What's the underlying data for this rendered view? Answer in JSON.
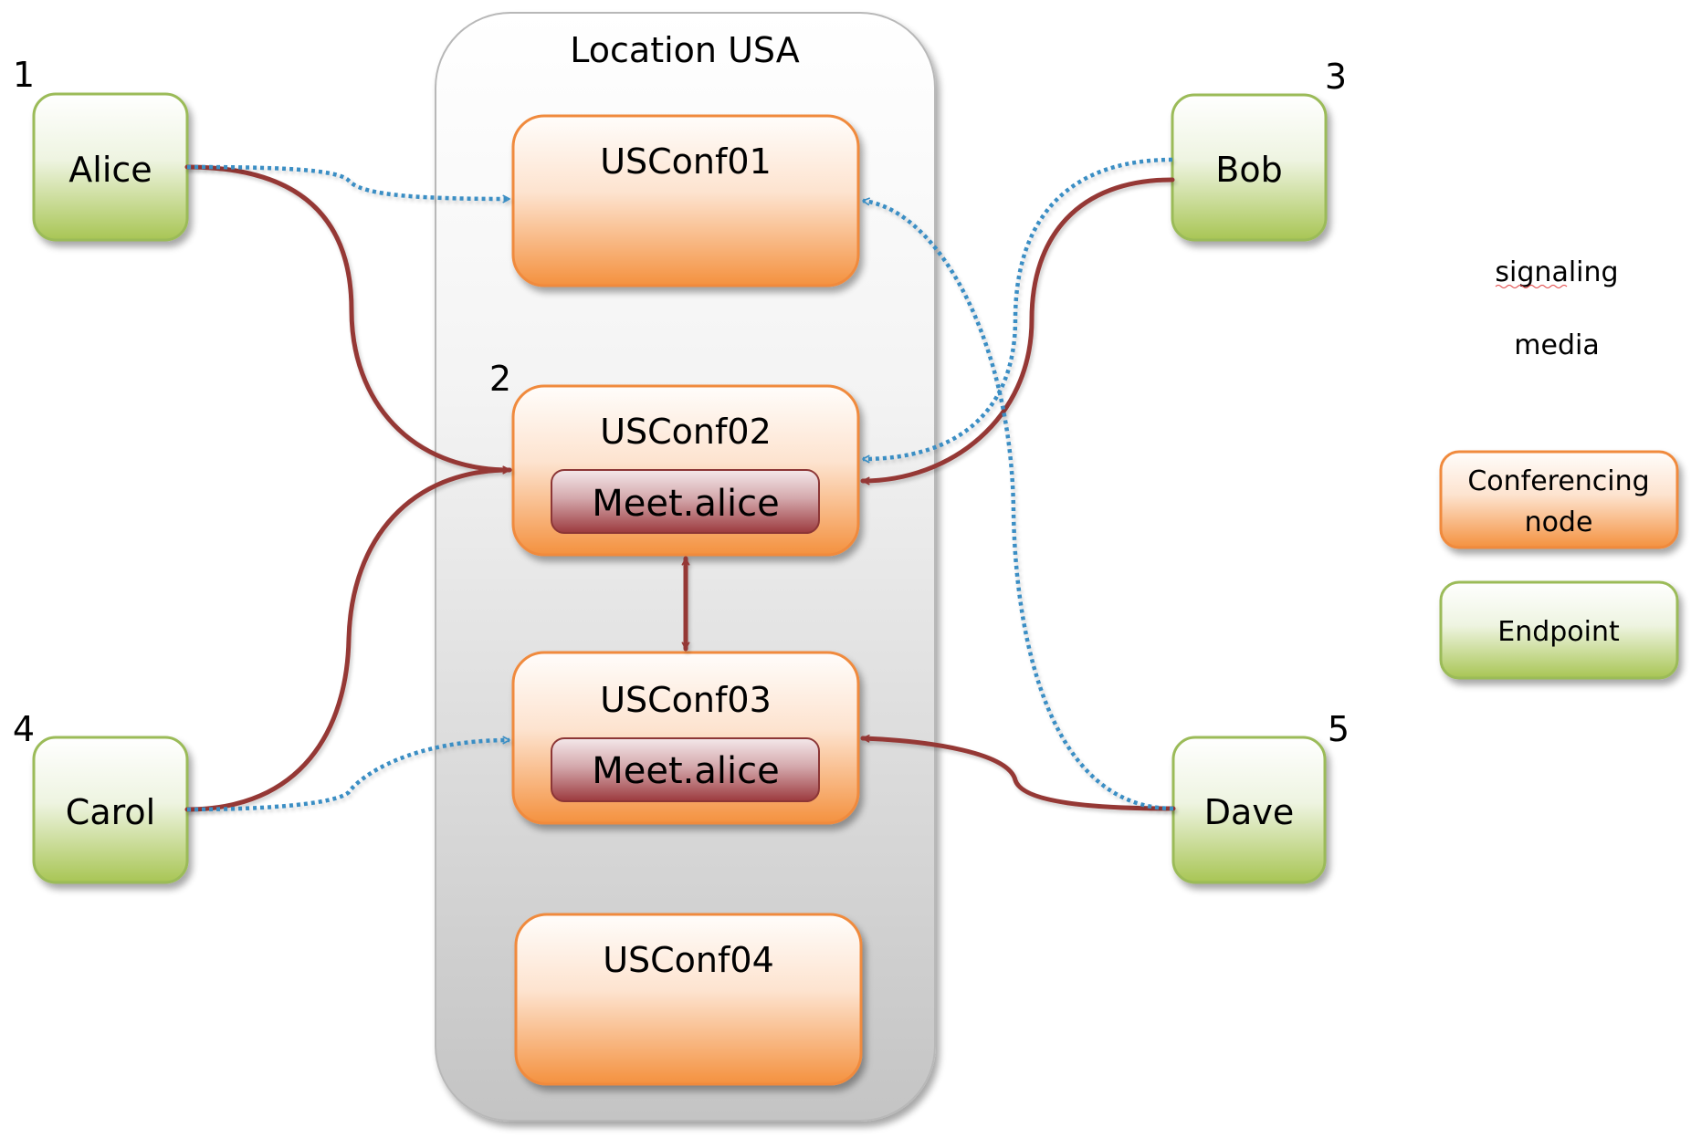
{
  "location": {
    "title": "Location USA"
  },
  "conferencing_nodes": [
    {
      "id": "USConf01",
      "label": "USConf01",
      "conference": null
    },
    {
      "id": "USConf02",
      "label": "USConf02",
      "conference": "Meet.alice",
      "step": "2"
    },
    {
      "id": "USConf03",
      "label": "USConf03",
      "conference": "Meet.alice"
    },
    {
      "id": "USConf04",
      "label": "USConf04",
      "conference": null
    }
  ],
  "endpoints": [
    {
      "id": "alice",
      "label": "Alice",
      "step": "1"
    },
    {
      "id": "bob",
      "label": "Bob",
      "step": "3"
    },
    {
      "id": "carol",
      "label": "Carol",
      "step": "4"
    },
    {
      "id": "dave",
      "label": "Dave",
      "step": "5"
    }
  ],
  "connections": [
    {
      "from": "Alice",
      "to": "USConf01",
      "type": "signaling"
    },
    {
      "from": "Alice",
      "to": "USConf02",
      "type": "media"
    },
    {
      "from": "Bob",
      "to": "USConf02",
      "type": "signaling"
    },
    {
      "from": "Bob",
      "to": "USConf02",
      "type": "media"
    },
    {
      "from": "Carol",
      "to": "USConf03",
      "type": "signaling"
    },
    {
      "from": "Carol",
      "to": "USConf02",
      "type": "media"
    },
    {
      "from": "Dave",
      "to": "USConf01",
      "type": "signaling"
    },
    {
      "from": "Dave",
      "to": "USConf03",
      "type": "media"
    },
    {
      "from": "USConf02",
      "to": "USConf03",
      "type": "media",
      "bidirectional": true
    }
  ],
  "legend": {
    "signaling_label": "signaling",
    "media_label": "media",
    "conferencing_node_label_line1": "Conferencing",
    "conferencing_node_label_line2": "node",
    "endpoint_label": "Endpoint"
  },
  "colors": {
    "signaling": "#3a8ec4",
    "media": "#953735",
    "node_border": "#f08a3c",
    "endpoint_border": "#9bbb59",
    "conference_border": "#8c3636"
  }
}
